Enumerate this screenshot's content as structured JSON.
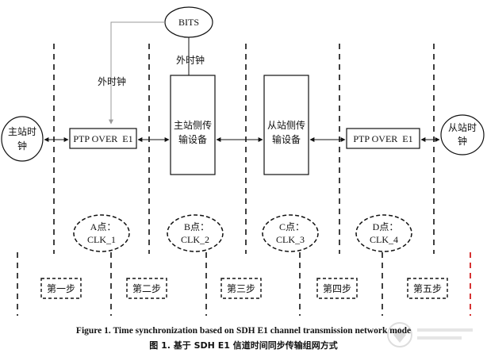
{
  "diagram": {
    "bits": "BITS",
    "ext_clock_left": "外时钟",
    "ext_clock_top": "外时钟",
    "master_clock": [
      "主站时",
      "钟"
    ],
    "slave_clock": [
      "从站时",
      "钟"
    ],
    "ptp_left": "PTP OVER  E1",
    "ptp_right": "PTP OVER  E1",
    "master_sdh": [
      "主站侧传",
      "输设备"
    ],
    "slave_sdh": [
      "从站侧传",
      "输设备"
    ],
    "points": [
      {
        "line1": "A点：",
        "line2": "CLK_1"
      },
      {
        "line1": "B点：",
        "line2": "CLK_2"
      },
      {
        "line1": "C点：",
        "line2": "CLK_3"
      },
      {
        "line1": "D点：",
        "line2": "CLK_4"
      }
    ],
    "steps": [
      "第一步",
      "第二步",
      "第三步",
      "第四步",
      "第五步"
    ]
  },
  "caption": {
    "english": "Figure 1. Time synchronization based on SDH E1 channel transmission network mode",
    "chinese": "图 1.  基于 SDH E1 信道时间同步传输组网方式"
  },
  "colors": {
    "line": "#111111",
    "ext_clock_line": "#999999",
    "last_divider": "#cc0000"
  }
}
